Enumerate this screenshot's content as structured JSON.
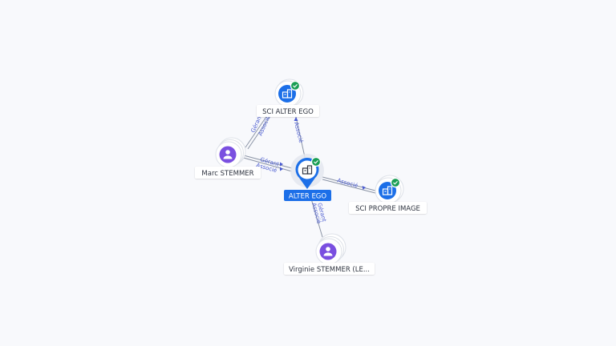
{
  "nodes": {
    "sci_alter_ego": {
      "label": "SCI ALTER EGO",
      "icon": "company-building-icon",
      "verified": true
    },
    "marc": {
      "label": "Marc STEMMER",
      "icon": "person-icon"
    },
    "alter_ego": {
      "label": "ALTER EGO",
      "icon": "company-building-icon",
      "verified": true,
      "selected": true
    },
    "sci_propre_image": {
      "label": "SCI PROPRE IMAGE",
      "icon": "company-building-icon",
      "verified": true
    },
    "virginie": {
      "label": "Virginie STEMMER (LE...",
      "icon": "person-icon"
    }
  },
  "edges": {
    "marc_sci_alter_ego": [
      "Gérant",
      "Associé"
    ],
    "sci_alter_ego_alter_ego": [
      "Associé"
    ],
    "marc_alter_ego": [
      "Gérant",
      "Associé"
    ],
    "alter_ego_sci_propre_image": [
      "Associé"
    ],
    "virginie_alter_ego": [
      "Gérant",
      "Associé"
    ]
  },
  "colors": {
    "company_blue": "#1c6fe8",
    "person_purple": "#7a4fe0",
    "verified_green": "#1a9e55",
    "edge_label_blue": "#4a5bd0"
  }
}
